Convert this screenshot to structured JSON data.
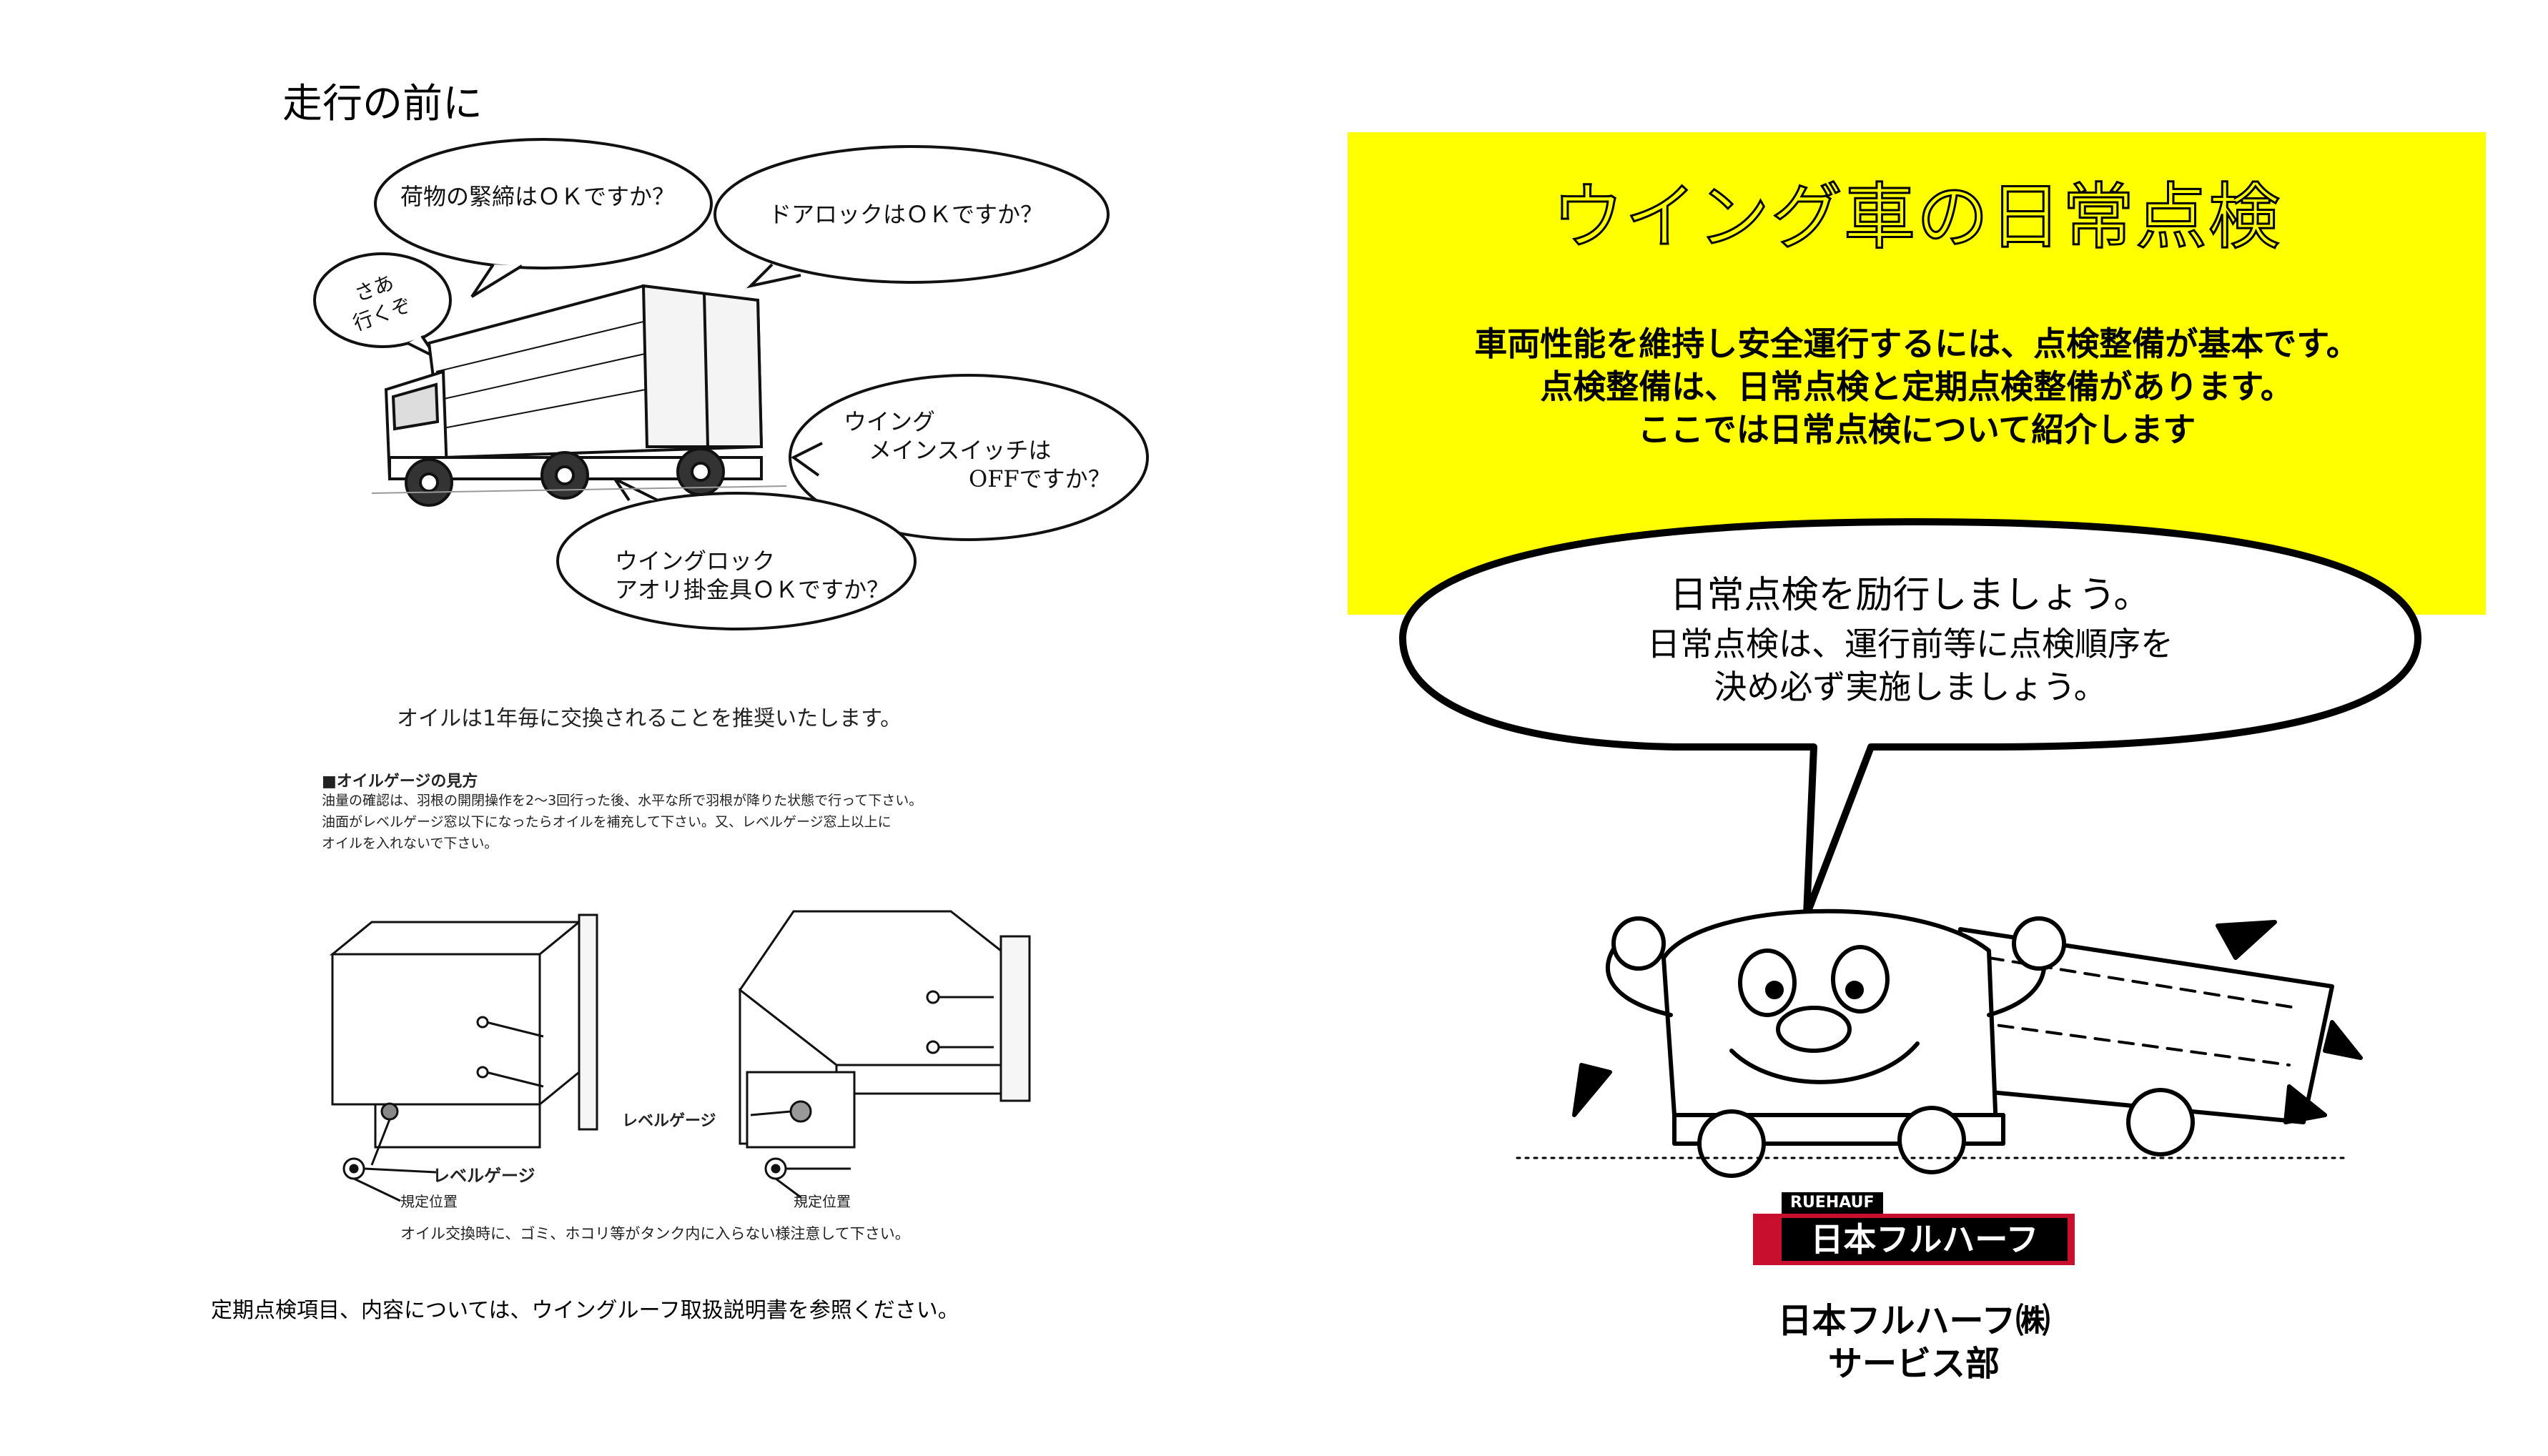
{
  "left": {
    "heading": "走行の前に",
    "bubbles": {
      "cargo": "荷物の緊締はＯＫですか？",
      "door": "ドアロックはＯＫですか？",
      "go_line1": "さあ",
      "go_line2": "行くぞ",
      "switch_line1": "ウイング",
      "switch_line2": "メインスイッチは",
      "switch_line3": "OFFですか？",
      "lock_line1": "ウイングロック",
      "lock_line2": "アオリ掛金具ＯＫですか？"
    },
    "oil_notice": "オイルは1年毎に交換されることを推奨いたします。",
    "gauge": {
      "title": "■オイルゲージの見方",
      "line1": "油量の確認は、羽根の開閉操作を2～3回行った後、水平な所で羽根が降りた状態で行って下さい。",
      "line2": "油面がレベルゲージ窓以下になったらオイルを補充して下さい。又、レベルゲージ窓上以上に",
      "line3": "オイルを入れないで下さい。",
      "label_level_left": "レベルゲージ",
      "label_spec_left": "規定位置",
      "label_level_right": "レベルゲージ",
      "label_spec_right": "規定位置",
      "caution": "オイル交換時に、ゴミ、ホコリ等がタンク内に入らない様注意して下さい。"
    },
    "footer": "定期点検項目、内容については、ウイングルーフ取扱説明書を参照ください。"
  },
  "right": {
    "title": "ウイング車の日常点検",
    "intro_line1": "車両性能を維持し安全運行するには、点検整備が基本です。",
    "intro_line2": "点検整備は、日常点検と定期点検整備があります。",
    "intro_line3": "ここでは日常点検について紹介します",
    "speech_line1": "日常点検を励行しましょう。",
    "speech_line2": "日常点検は、運行前等に点検順序を",
    "speech_line3": "決め必ず実施しましょう。",
    "logo_top": "RUEHAUF",
    "logo_main": "日本フルハーフ",
    "company": "日本フルハーフ㈱",
    "department": "サービス部"
  },
  "colors": {
    "yellow_panel": "#ffff00",
    "logo_red": "#c8102e",
    "ink": "#000000"
  }
}
